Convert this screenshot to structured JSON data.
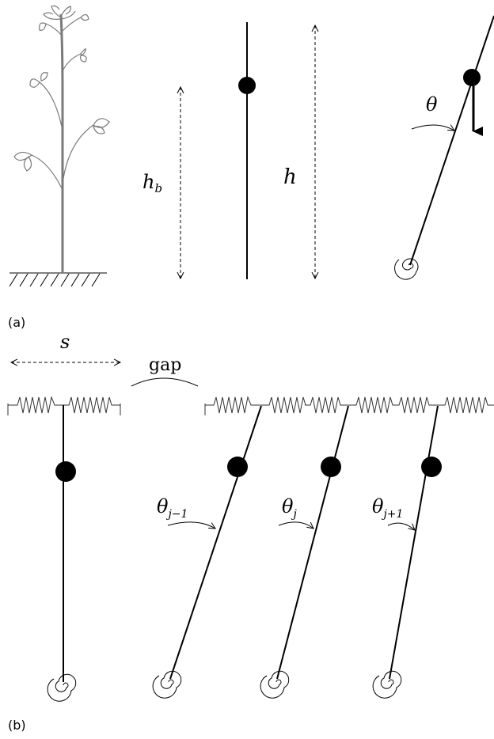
{
  "labels": {
    "panel_a": "(a)",
    "panel_b": "(b)",
    "hb_main": "h",
    "hb_sub": "b",
    "h": "h",
    "theta": "θ",
    "s": "s",
    "gap": "gap",
    "theta_jm1_main": "θ",
    "theta_jm1_sub": "j−1",
    "theta_j_main": "θ",
    "theta_j_sub": "j",
    "theta_jp1_main": "θ",
    "theta_jp1_sub": "j+1"
  },
  "colors": {
    "ink": "#000000",
    "plant": "#7a7a7a",
    "spring": "#333333"
  }
}
